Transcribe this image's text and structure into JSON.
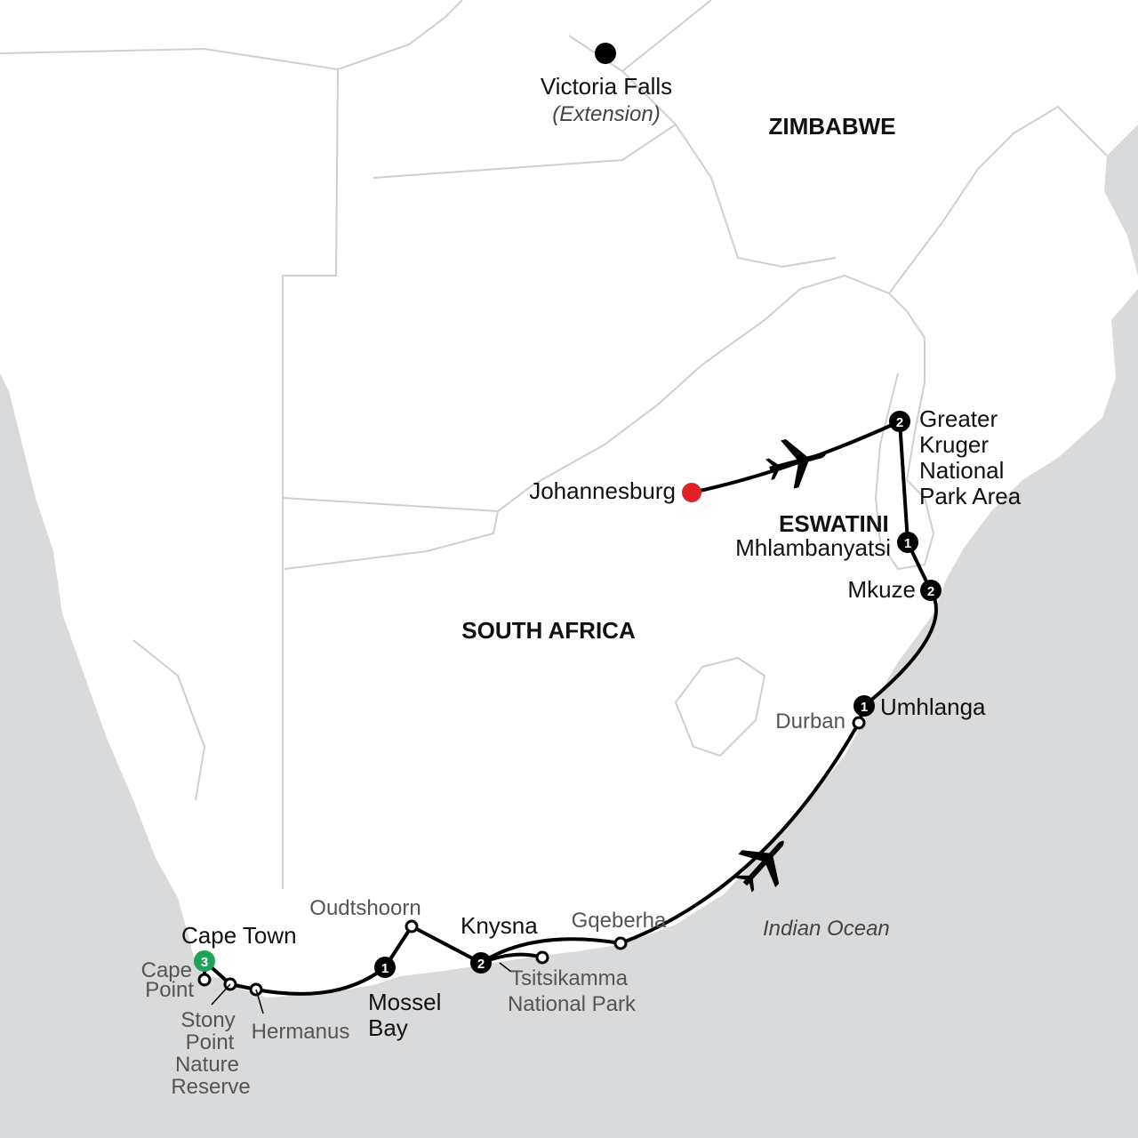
{
  "map": {
    "countries": [
      "ZIMBABWE",
      "SOUTH AFRICA",
      "ESWATINI"
    ],
    "ocean": "Indian Ocean",
    "colors": {
      "sea": "#d9dadc",
      "land": "#ffffff",
      "border": "#cfcfcf",
      "route": "#000000",
      "start": "#e0202a",
      "end": "#1fa35a"
    },
    "places": {
      "victoria_falls": "Victoria Falls",
      "victoria_falls_note": "(Extension)",
      "johannesburg": "Johannesburg",
      "kruger": [
        "Greater",
        "Kruger",
        "National",
        "Park Area"
      ],
      "mhlambanyatsi": "Mhlambanyatsi",
      "mkuze": "Mkuze",
      "umhlanga": "Umhlanga",
      "durban": "Durban",
      "gqeberha": "Gqeberha",
      "tsitsikamma": [
        "Tsitsikamma",
        "National Park"
      ],
      "knysna": "Knysna",
      "oudtshoorn": "Oudtshoorn",
      "mossel_bay": [
        "Mossel",
        "Bay"
      ],
      "hermanus": "Hermanus",
      "stony_point": [
        "Stony",
        "Point",
        "Nature",
        "Reserve"
      ],
      "cape_point": [
        "Cape",
        "Point"
      ],
      "cape_town": "Cape Town"
    },
    "nights": {
      "kruger": "2",
      "mhlambanyatsi": "1",
      "mkuze": "2",
      "umhlanga": "1",
      "knysna": "2",
      "mossel_bay": "1",
      "cape_town": "3"
    },
    "icons": [
      "airplane-icon",
      "start-marker",
      "end-marker",
      "overnight-marker",
      "waypoint-marker"
    ]
  }
}
